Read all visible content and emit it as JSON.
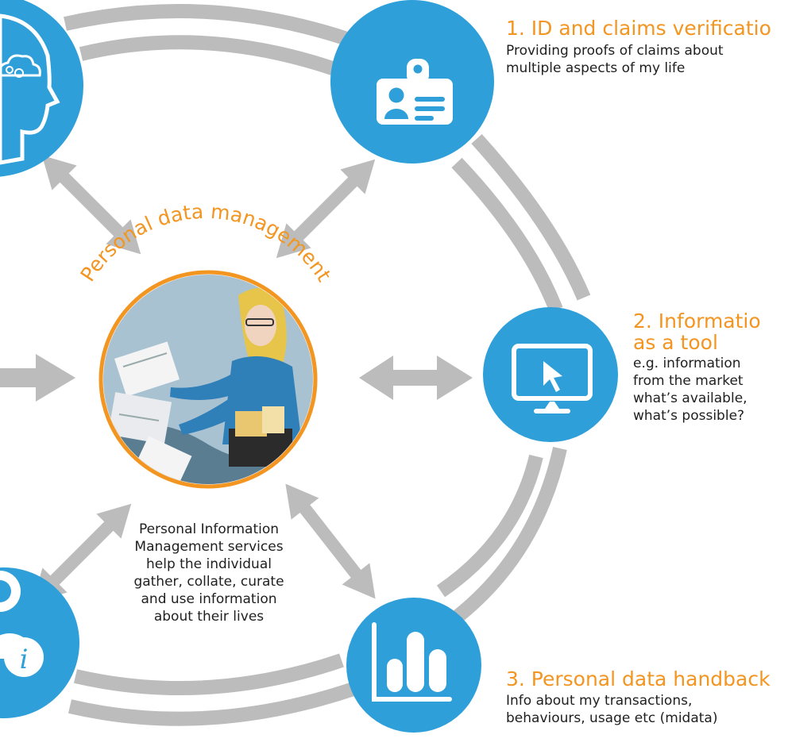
{
  "center": {
    "arc_label": "Personal data management",
    "description_lines": [
      "Personal Information",
      "Management services",
      "help the individual",
      "gather, collate, curate",
      "and use information",
      "about their lives"
    ]
  },
  "nodes": {
    "id_claims": {
      "title": "1. ID and claims verificatio",
      "desc_lines": [
        "Providing proofs of claims about",
        "multiple aspects of my life"
      ],
      "icon": "id-badge-icon"
    },
    "information_tool": {
      "title_lines": [
        "2. Informatio",
        "as a tool"
      ],
      "desc_lines": [
        "e.g. information",
        "from the market",
        "what’s available,",
        "what’s possible?"
      ],
      "icon": "monitor-cursor-icon"
    },
    "data_handback": {
      "title": "3. Personal data handback",
      "desc_lines": [
        "Info about my transactions,",
        "behaviours, usage etc (midata)"
      ],
      "icon": "bar-chart-icon"
    },
    "left_top": {
      "icon": "head-cloud-gears-icon"
    },
    "left_bottom": {
      "icon": "user-info-icon"
    }
  },
  "colors": {
    "accent_blue": "#2e9fd9",
    "accent_orange": "#f39521",
    "ring_grey": "#bcbcbc",
    "text_dark": "#1f1f1f"
  }
}
